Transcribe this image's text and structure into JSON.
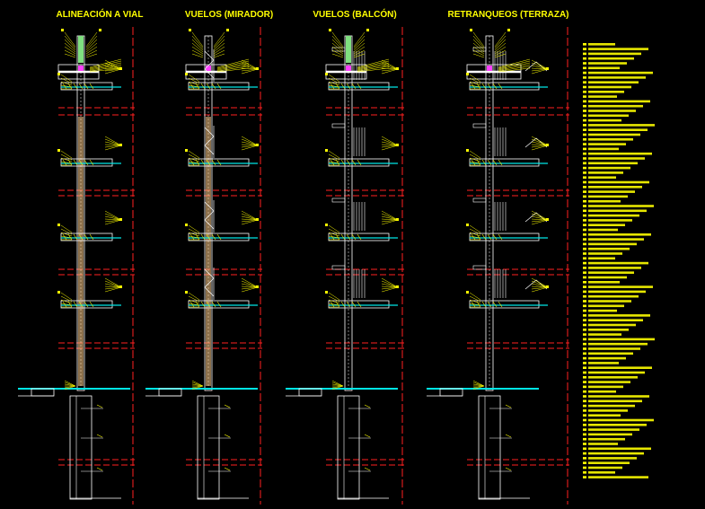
{
  "titles": [
    "ALINEACIÓN A VIAL",
    "VUELOS (MIRADOR)",
    "VUELOS (BALCÓN)",
    "RETRANQUEOS (TERRAZA)"
  ],
  "colors": {
    "background": "#000000",
    "annotation": "#ffff00",
    "axis": "#ff2020",
    "structure": "#ffffff",
    "slab": "#00e5e5",
    "wall": "#ffcc88",
    "green": "#7fe07f",
    "magenta": "#ff40ff",
    "blue": "#4040ff"
  }
}
